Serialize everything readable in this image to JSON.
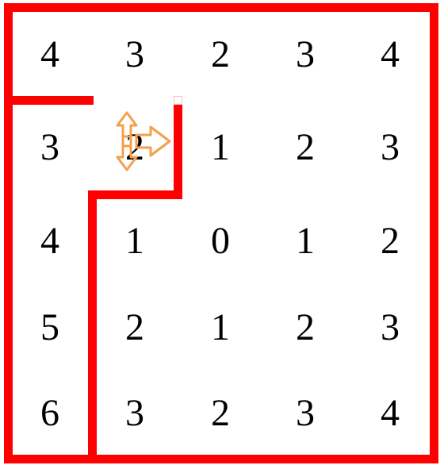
{
  "grid": {
    "rows": [
      [
        "4",
        "3",
        "2",
        "3",
        "4"
      ],
      [
        "3",
        "2",
        "1",
        "2",
        "3"
      ],
      [
        "4",
        "1",
        "0",
        "1",
        "2"
      ],
      [
        "5",
        "2",
        "1",
        "2",
        "3"
      ],
      [
        "6",
        "3",
        "2",
        "3",
        "4"
      ]
    ]
  },
  "colors": {
    "wall": "#ff0000",
    "agent_arrow": "#f4a04a",
    "text": "#000000",
    "background": "#ffffff"
  },
  "agent": {
    "icon": "three-way-arrow-icon",
    "row": 1,
    "col": 1,
    "directions": [
      "up",
      "down",
      "right"
    ]
  }
}
